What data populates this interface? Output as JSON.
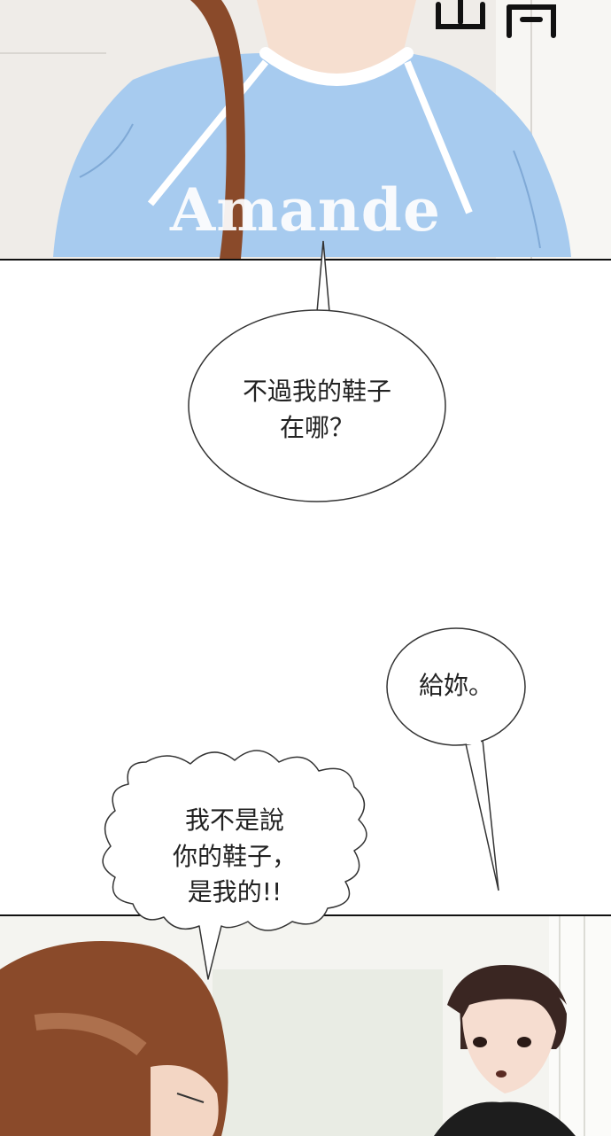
{
  "panel_top": {
    "shirt_print": "Amande",
    "sfx": "凸同"
  },
  "dialogue": {
    "bubble_1_line_1": "不過我的鞋子",
    "bubble_1_line_2": "在哪？",
    "bubble_2": "給妳。",
    "bubble_3_line_1": "我不是說",
    "bubble_3_line_2": "你的鞋子，",
    "bubble_3_line_3": "是我的!!"
  },
  "colors": {
    "shirt": "#a7cbef",
    "hair": "#8a4a2a",
    "skin": "#f3d6c4",
    "panel_border": "#111111",
    "room_bg": "#f2f2ee"
  }
}
